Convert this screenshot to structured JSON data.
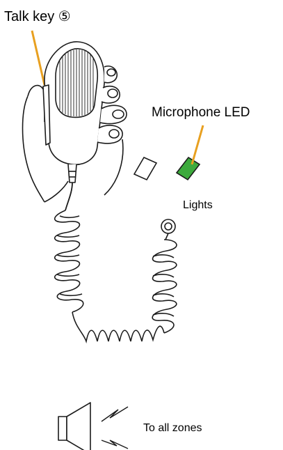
{
  "labels": {
    "talk_key": "Talk key ⑤",
    "microphone_led": "Microphone LED",
    "lights": "Lights",
    "to_all_zones": "To all zones"
  },
  "colors": {
    "callout_line": "#E8A020",
    "led_lit": "#3DAA3D",
    "outline": "#1A1A1A"
  },
  "icons": [
    "hand-microphone-icon",
    "led-unlit-icon",
    "led-lit-icon",
    "speaker-icon",
    "sound-wave-icon"
  ]
}
